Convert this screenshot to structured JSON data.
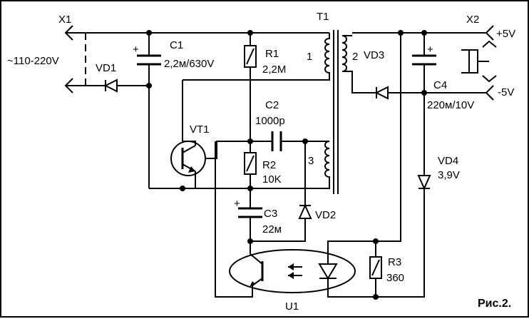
{
  "labels": {
    "x1": "X1",
    "mains": "~110-220V",
    "vd1": "VD1",
    "c1": "C1",
    "c1_val": "2,2м/630V",
    "r1": "R1",
    "r1_val": "2,2M",
    "t1": "T1",
    "w1": "1",
    "w2": "2",
    "w3": "3",
    "vd3": "VD3",
    "x2": "X2",
    "plus5": "+5V",
    "minus5": "-5V",
    "c4": "C4",
    "c4_val": "220м/10V",
    "c2": "C2",
    "c2_val": "1000p",
    "vt1": "VT1",
    "r2": "R2",
    "r2_val": "10K",
    "vd4": "VD4",
    "vd4_val": "3,9V",
    "c3": "C3",
    "c3_val": "22м",
    "vd2": "VD2",
    "r3": "R3",
    "r3_val": "360",
    "u1": "U1",
    "fig": "Рис.2."
  }
}
